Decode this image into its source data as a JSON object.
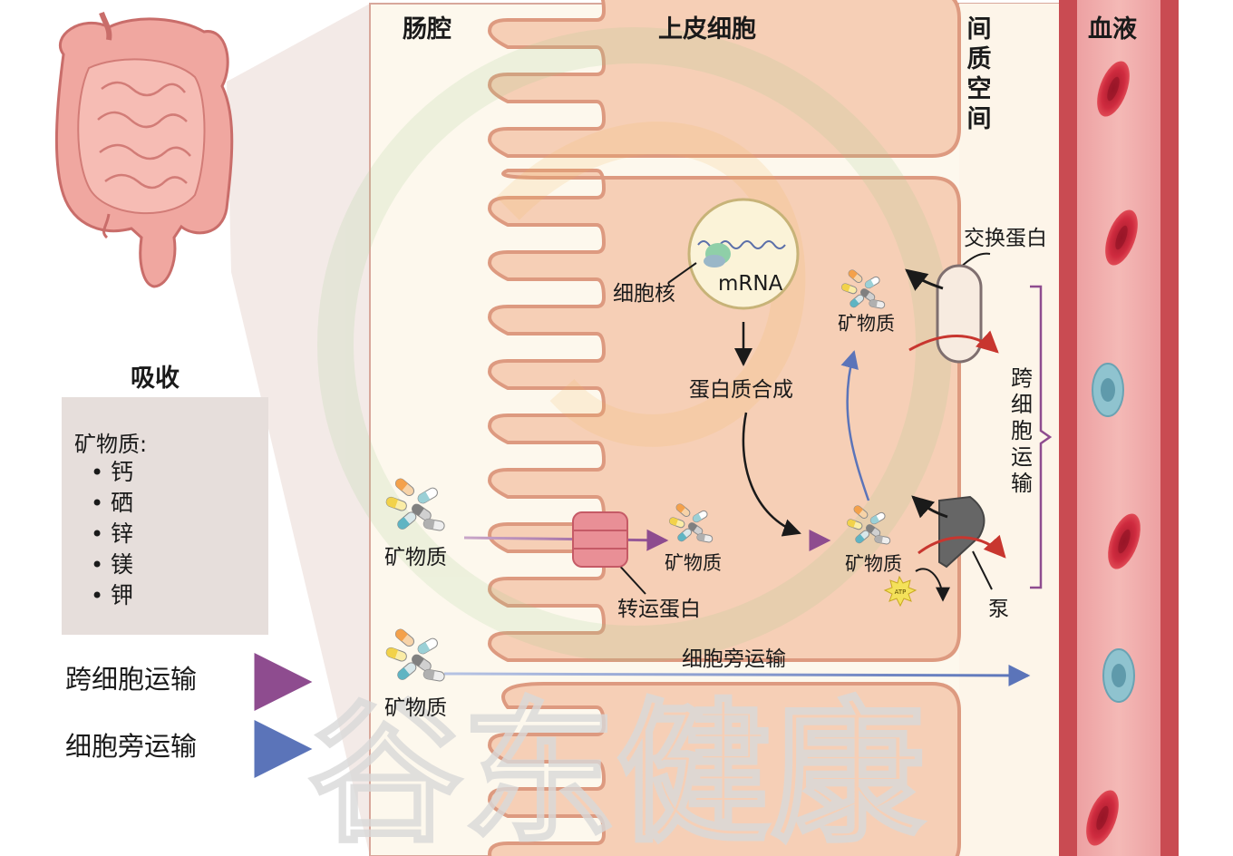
{
  "headers": {
    "lumen": "肠腔",
    "epithelial": "上皮细胞",
    "interstitial": "间质空间",
    "blood": "血液"
  },
  "legend": {
    "title": "吸收",
    "heading": "矿物质:",
    "items": [
      "钙",
      "硒",
      "锌",
      "镁",
      "钾"
    ]
  },
  "labels": {
    "nucleus": "细胞核",
    "mrna": "mRNA",
    "protein_synthesis": "蛋白质合成",
    "exchanger": "交换蛋白",
    "transporter": "转运蛋白",
    "pump": "泵",
    "mineral": "矿物质",
    "transcellular_bracket": "跨细胞运输",
    "paracellular_arrow": "细胞旁运输",
    "atp": "ATP"
  },
  "arrow_legend": {
    "transcellular": "跨细胞运输",
    "paracellular": "细胞旁运输"
  },
  "watermark": "谷东健康",
  "colors": {
    "transcellular": "#8e4c8f",
    "paracellular": "#5b74b9",
    "cell_fill": "#f6cfb6",
    "cell_border": "#dd9a80",
    "blood_vessel": "#d7575e",
    "red_cell": "#c8283a",
    "white_cell": "#8fc3cf"
  }
}
